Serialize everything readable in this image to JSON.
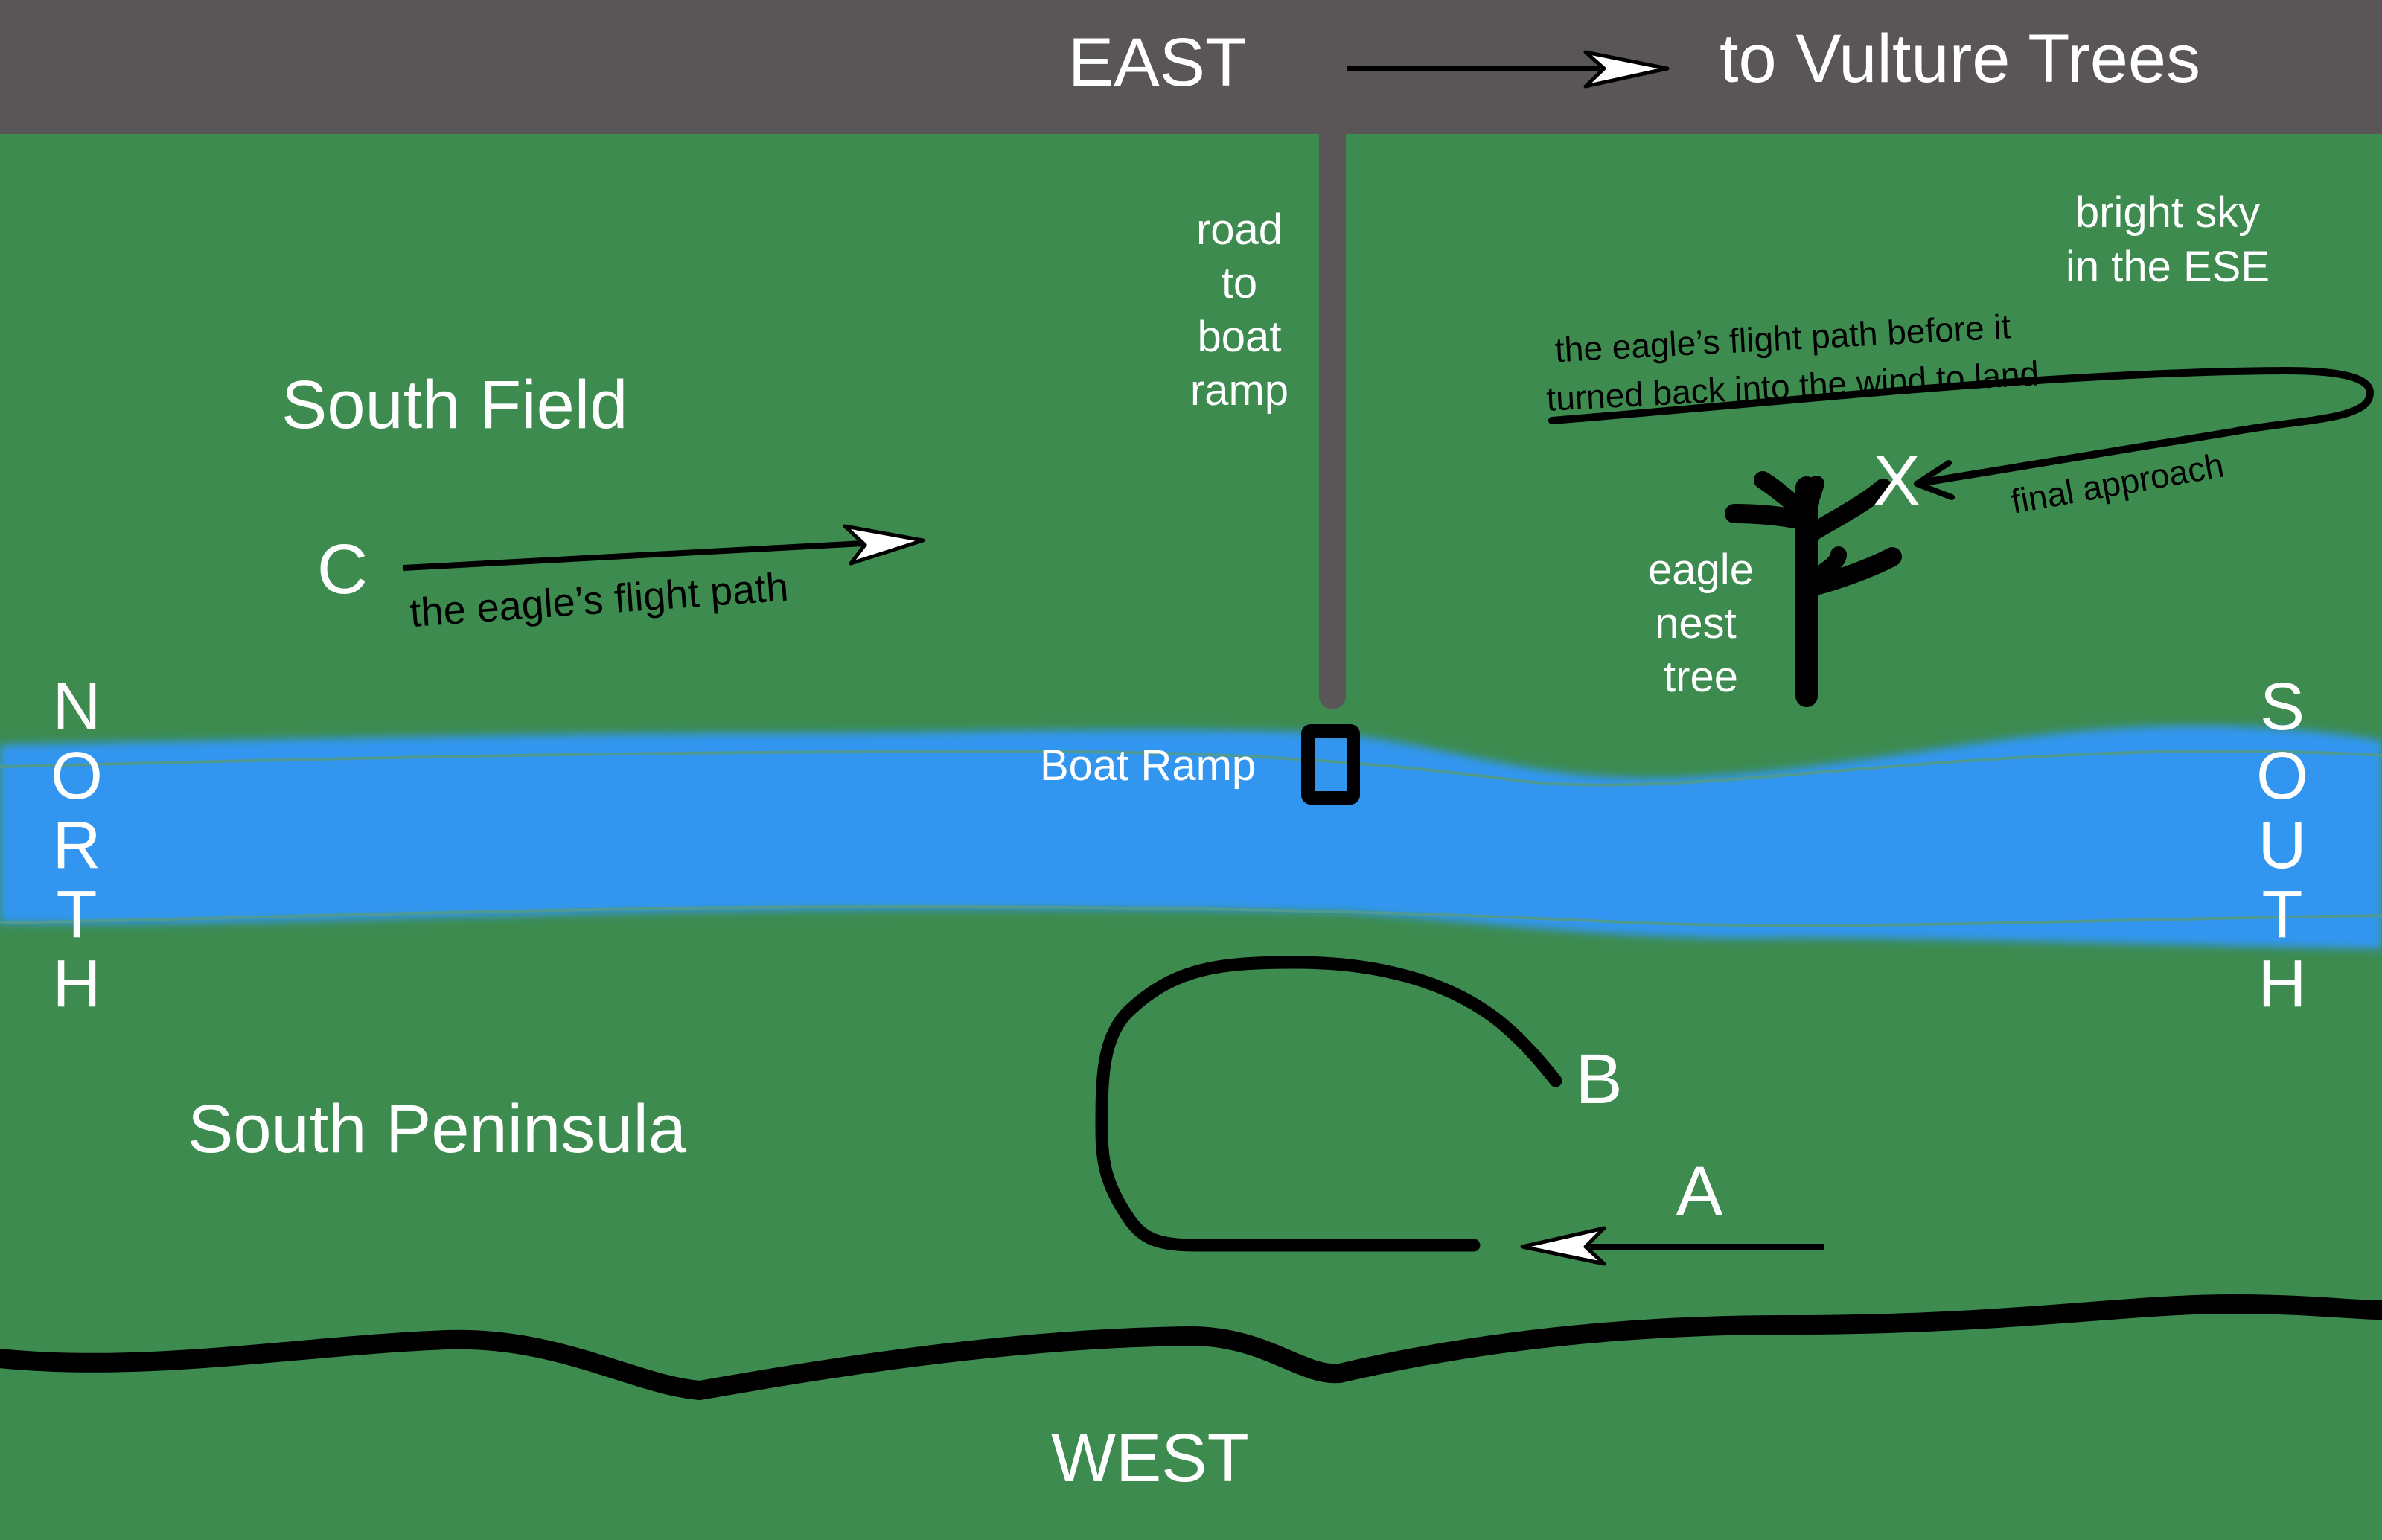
{
  "colors": {
    "field": "#3d8b4f",
    "river": "#3196f0",
    "river_edge": "#4f9a93",
    "top_road": "#5a5657",
    "ink": "#000000",
    "label": "#ffffff"
  },
  "compass": {
    "east": "EAST",
    "west": "WEST",
    "north": [
      "N",
      "O",
      "R",
      "T",
      "H"
    ],
    "south": [
      "S",
      "O",
      "U",
      "T",
      "H"
    ]
  },
  "destination": "to Vulture Trees",
  "areas": {
    "south_field": "South Field",
    "south_peninsula": "South Peninsula"
  },
  "road": [
    "road",
    "to",
    "boat",
    "ramp"
  ],
  "boat_ramp": "Boat Ramp",
  "sky": [
    "bright sky",
    "in the ESE"
  ],
  "nest_tree": [
    "eagle",
    "nest",
    "tree"
  ],
  "flight_path_before": [
    "the eagle’s flight path before it",
    "turned back into the wind to land"
  ],
  "final_approach": "final approach",
  "point_c": "C",
  "point_c_path": "the eagle’s flight path",
  "point_x": "X",
  "point_a": "A",
  "point_b": "B",
  "icons": [
    "arrow-right-icon",
    "arrow-left-icon",
    "tree-icon",
    "boat-ramp-icon"
  ]
}
